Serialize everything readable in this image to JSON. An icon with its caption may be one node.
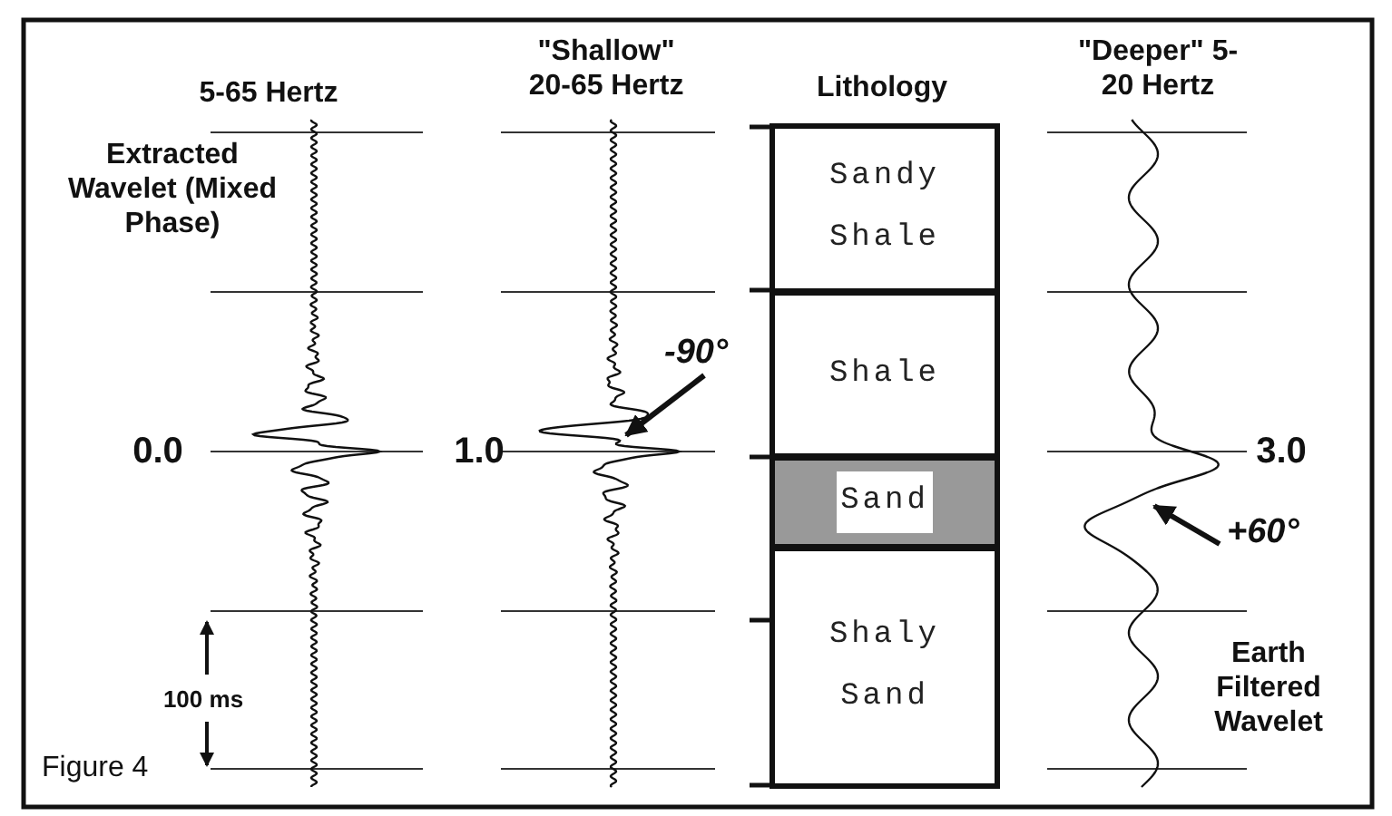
{
  "diagram": {
    "nodes": [
      {
        "text": [],
        "shape": "picture"
      },
      {
        "text": [
          "-90°"
        ]
      },
      {
        "text": [
          "Sandy Shale"
        ]
      },
      {
        "text": [
          "Shale"
        ]
      },
      {
        "text": [
          "Sand"
        ]
      },
      {
        "text": [
          "Shaly Sand"
        ]
      },
      {
        "text": [],
        "shape": "picture"
      },
      {
        "text": [
          "+60°"
        ]
      }
    ],
    "edges": [
      {
        "from": 1,
        "to": 0,
        "arrow": "to"
      },
      {
        "from": 7,
        "to": 6,
        "arrow": "to"
      }
    ],
    "labels": [
      "5-65 Hertz",
      "\"Shallow\" 20-65 Hertz",
      "Lithology",
      "\"Deeper\" 5-20 Hertz",
      "Extracted Wavelet (Mixed Phase)",
      "0.0",
      "1.0",
      "3.0",
      "100 ms",
      "Earth Filtered Wavelet",
      "Figure 4"
    ]
  }
}
